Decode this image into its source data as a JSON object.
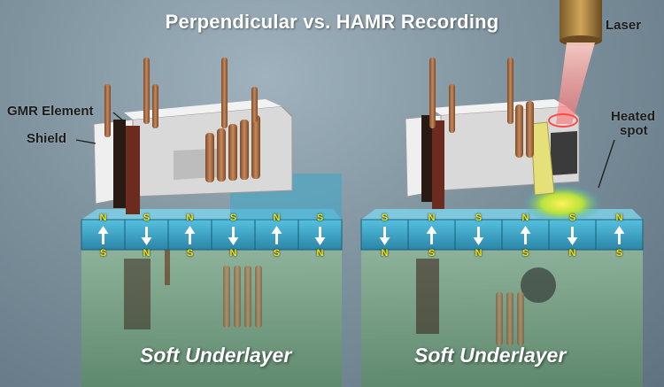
{
  "title": "Perpendicular vs. HAMR Recording",
  "labels": {
    "gmr_element": "GMR Element",
    "shield": "Shield",
    "laser": "Laser",
    "heated_spot_line1": "Heated",
    "heated_spot_line2": "spot"
  },
  "underlayer": {
    "left": "Soft Underlayer",
    "right": "Soft Underlayer"
  },
  "left_bits": [
    {
      "top": "N",
      "bottom": "S",
      "dir": "up"
    },
    {
      "top": "S",
      "bottom": "N",
      "dir": "down"
    },
    {
      "top": "N",
      "bottom": "S",
      "dir": "up"
    },
    {
      "top": "S",
      "bottom": "N",
      "dir": "down"
    },
    {
      "top": "N",
      "bottom": "S",
      "dir": "up"
    },
    {
      "top": "S",
      "bottom": "N",
      "dir": "down"
    }
  ],
  "right_bits": [
    {
      "top": "S",
      "bottom": "N",
      "dir": "down"
    },
    {
      "top": "N",
      "bottom": "S",
      "dir": "up"
    },
    {
      "top": "S",
      "bottom": "N",
      "dir": "down"
    },
    {
      "top": "N",
      "bottom": "S",
      "dir": "up"
    },
    {
      "top": "S",
      "bottom": "N",
      "dir": "down"
    },
    {
      "top": "N",
      "bottom": "S",
      "dir": "up"
    }
  ],
  "colors": {
    "title": "#ffffff",
    "pole_letters": "#f3e500",
    "media_layer": "#3aa7c9",
    "underlayer": "#6f9a78",
    "coil": "#a5683f",
    "head_body": "#e2e2e2",
    "laser_beam": "#ff8a80"
  }
}
